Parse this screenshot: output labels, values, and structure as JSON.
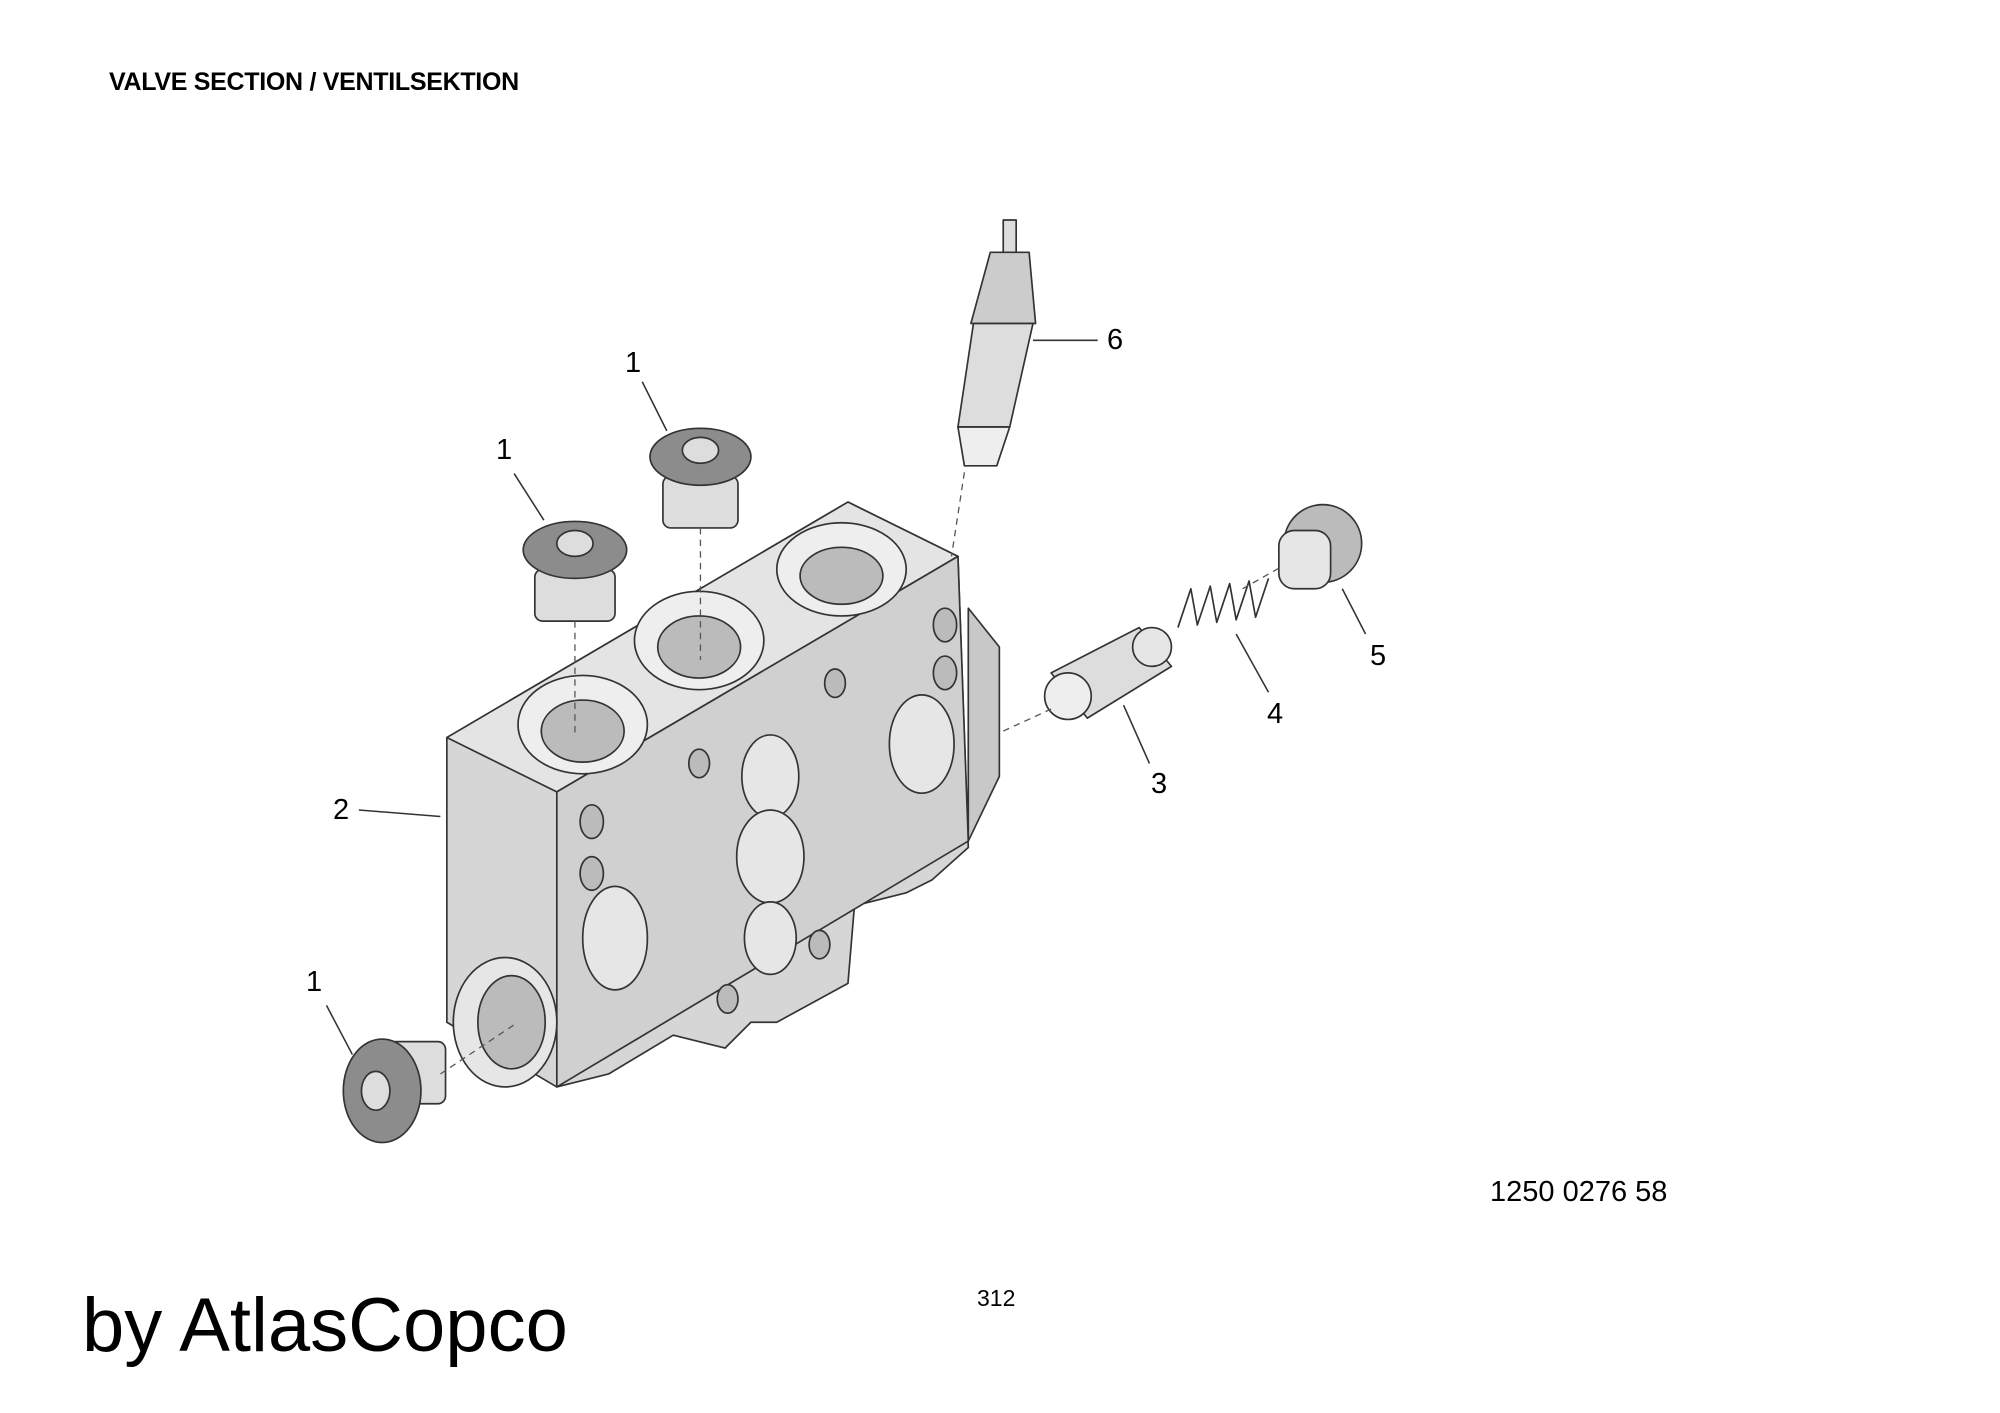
{
  "header": {
    "title": "VALVE SECTION / VENTILSEKTION"
  },
  "callouts": [
    "1",
    "1",
    "1",
    "2",
    "3",
    "4",
    "5",
    "6"
  ],
  "drawing_number": "1250 0276 58",
  "page_number": "312",
  "footer": {
    "brand": "by AtlasCopco"
  },
  "colors": {
    "part_fill": "#d9d9d9",
    "part_dark": "#8c8c8c",
    "outline": "#333333"
  }
}
